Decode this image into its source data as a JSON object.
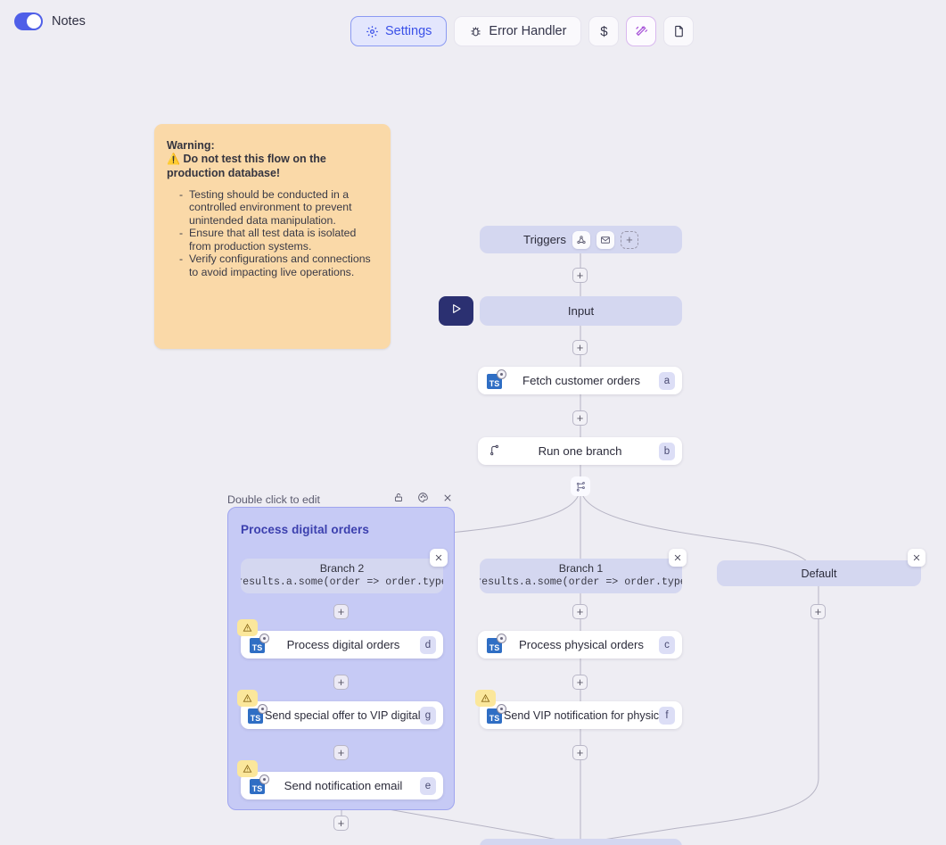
{
  "topbar": {
    "notes_toggle_label": "Notes",
    "notes_toggle_on": true,
    "buttons": [
      {
        "id": "settings",
        "label": "Settings",
        "icon": "gear-icon",
        "active": true
      },
      {
        "id": "error-handler",
        "label": "Error Handler",
        "icon": "bug-icon",
        "active": false
      },
      {
        "id": "cost",
        "label": "$",
        "icon": "dollar-icon",
        "active": false
      },
      {
        "id": "magic",
        "label": "",
        "icon": "magic-wand-icon",
        "active": false
      },
      {
        "id": "document",
        "label": "",
        "icon": "file-icon",
        "active": false
      }
    ]
  },
  "sticky_note": {
    "title_line1": "Warning:",
    "warn_glyph": "⚠️",
    "title_line2": "Do not test this flow on the production database!",
    "bullets": [
      "Testing should be conducted in a controlled environment to prevent unintended data manipulation.",
      "Ensure that all test data is isolated from production systems.",
      "Verify configurations and connections to avoid impacting live operations."
    ]
  },
  "group": {
    "header_hint": "Double click to edit",
    "header_icons": [
      "lock-icon",
      "palette-icon",
      "close-icon"
    ],
    "title": "Process digital orders"
  },
  "graph": {
    "triggers": {
      "label": "Triggers",
      "icons": [
        "webhook-icon",
        "mail-icon"
      ],
      "add_label": "+"
    },
    "input": {
      "label": "Input"
    },
    "run_button": {
      "icon": "play-icon"
    },
    "nodes": [
      {
        "id": "a",
        "label": "Fetch customer orders",
        "badge": "a",
        "icon": "typescript-icon",
        "warning": false
      },
      {
        "id": "b",
        "label": "Run one branch",
        "badge": "b",
        "icon": "branch-icon",
        "warning": false
      },
      {
        "id": "c",
        "label": "Process physical orders",
        "badge": "c",
        "icon": "typescript-icon",
        "warning": false
      },
      {
        "id": "d",
        "label": "Process digital orders",
        "badge": "d",
        "icon": "typescript-icon",
        "warning": true
      },
      {
        "id": "e",
        "label": "Send notification email",
        "badge": "e",
        "icon": "typescript-icon",
        "warning": true
      },
      {
        "id": "f",
        "label": "Send VIP notification for physical…",
        "badge": "f",
        "icon": "typescript-icon",
        "warning": true
      },
      {
        "id": "g",
        "label": "Send special offer to VIP digital c…",
        "badge": "g",
        "icon": "typescript-icon",
        "warning": true
      }
    ],
    "branches": [
      {
        "id": "branch2",
        "name": "Branch 2",
        "expr": "results.a.some(order => order.type"
      },
      {
        "id": "branch1",
        "name": "Branch 1",
        "expr": "results.a.some(order => order.type"
      },
      {
        "id": "default",
        "name": "Default",
        "expr": ""
      }
    ],
    "add_label": "+",
    "close_label": "×",
    "merge_icon": "merge-branches-icon"
  },
  "colors": {
    "canvas_bg": "#eeedf3",
    "accent": "#4f5fe8",
    "group_fill": "#c6caf5",
    "pill_fill": "#d4d7f0",
    "sticky_fill": "#fad9a8",
    "warn_badge": "#fbe79b",
    "run_btn": "#2b3071",
    "magic": "#a855d8"
  }
}
